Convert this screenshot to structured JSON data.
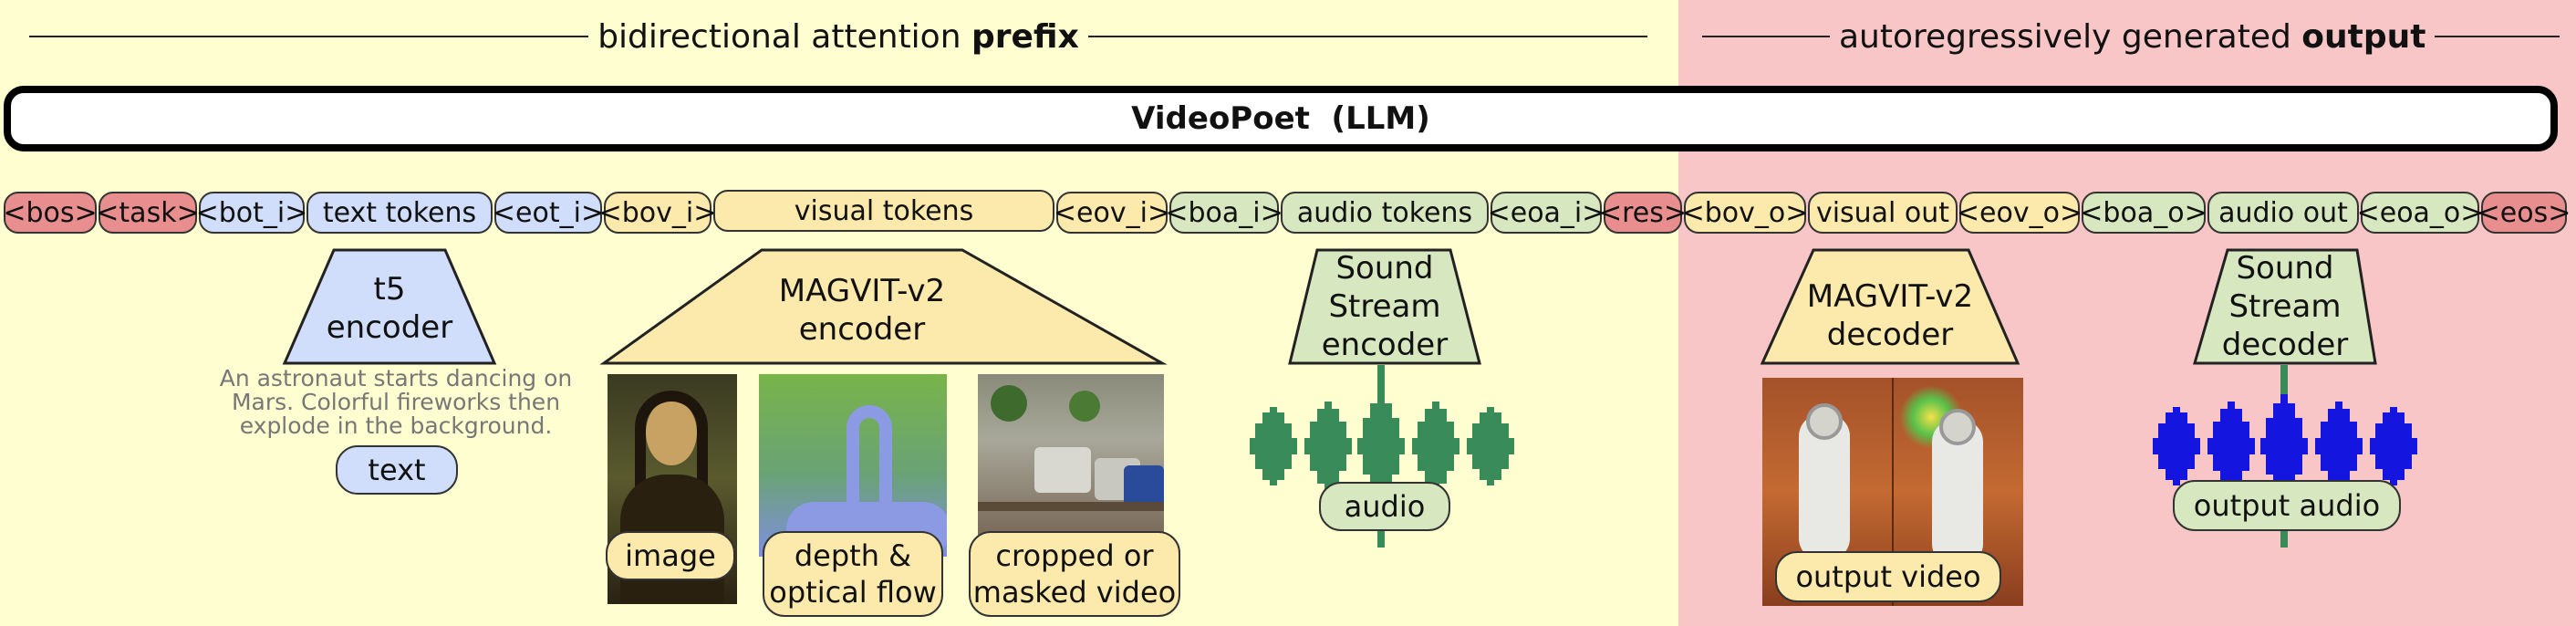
{
  "header": {
    "prefix_text": "bidirectional attention",
    "prefix_bold": "prefix",
    "output_text": "autoregressively generated",
    "output_bold": "output"
  },
  "llm_label": "VideoPoet  (LLM)",
  "tokens": [
    {
      "label": "<bos>",
      "color": "#e98e8e"
    },
    {
      "label": "<task>",
      "color": "#e98e8e"
    },
    {
      "label": "<bot_i>",
      "color": "#d0ddfb"
    },
    {
      "label": "text tokens",
      "color": "#d0ddfb"
    },
    {
      "label": "<eot_i>",
      "color": "#d0ddfb"
    },
    {
      "label": "<bov_i>",
      "color": "#fbeaac"
    },
    {
      "label": "visual tokens",
      "color": "#fbeaac"
    },
    {
      "label": "<eov_i>",
      "color": "#fbeaac"
    },
    {
      "label": "<boa_i>",
      "color": "#d7e8c0"
    },
    {
      "label": "audio tokens",
      "color": "#d7e8c0"
    },
    {
      "label": "<eoa_i>",
      "color": "#d7e8c0"
    },
    {
      "label": "<res>",
      "color": "#e98e8e"
    },
    {
      "label": "<bov_o>",
      "color": "#fbeaac"
    },
    {
      "label": "visual out",
      "color": "#fbeaac"
    },
    {
      "label": "<eov_o>",
      "color": "#fbeaac"
    },
    {
      "label": "<boa_o>",
      "color": "#d7e8c0"
    },
    {
      "label": "audio out",
      "color": "#d7e8c0"
    },
    {
      "label": "<eoa_o>",
      "color": "#d7e8c0"
    },
    {
      "label": "<eos>",
      "color": "#e98e8e"
    }
  ],
  "encoders": {
    "t5": "t5\nencoder",
    "magvit_enc": "MAGVIT-v2\nencoder",
    "sound_enc": "Sound\nStream\nencoder",
    "magvit_dec": "MAGVIT-v2\ndecoder",
    "sound_dec": "Sound\nStream\ndecoder"
  },
  "text_caption": "An astronaut starts dancing on Mars. Colorful fireworks then explode in the background.",
  "labels": {
    "text": "text",
    "image": "image",
    "depth": "depth &\noptical flow",
    "cropped": "cropped or\nmasked video",
    "audio": "audio",
    "output_video": "output video",
    "output_audio": "output audio"
  },
  "colors": {
    "prefix_bg": "#fefed0",
    "output_bg": "#f8c6c6",
    "special_token": "#e98e8e",
    "text_token": "#d0ddfb",
    "visual_token": "#fbeaac",
    "audio_token": "#d7e8c0",
    "input_waveform": "#3a8b5a",
    "output_waveform": "#1515e0"
  }
}
